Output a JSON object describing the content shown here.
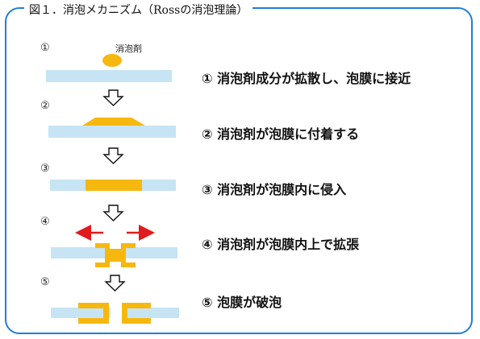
{
  "title": "図１．消泡メカニズム（Rossの消泡理論）",
  "labels": {
    "antifoam": "消泡剤",
    "foam_film": "泡膜"
  },
  "stages": [
    {
      "num": "①",
      "text": "①  消泡剤成分が拡散し、泡膜に接近"
    },
    {
      "num": "②",
      "text": "②  消泡剤が泡膜に付着する"
    },
    {
      "num": "③",
      "text": "③  消泡剤が泡膜内に侵入"
    },
    {
      "num": "④",
      "text": "④  消泡剤が泡膜内上で拡張"
    },
    {
      "num": "⑤",
      "text": "⑤  泡膜が破泡"
    }
  ],
  "colors": {
    "frame": "#1f7fd8",
    "film": "#c6e4f3",
    "antifoam": "#f6b80f",
    "arrow_red": "#e11b1b",
    "flow_arrow": "down-arrow"
  }
}
